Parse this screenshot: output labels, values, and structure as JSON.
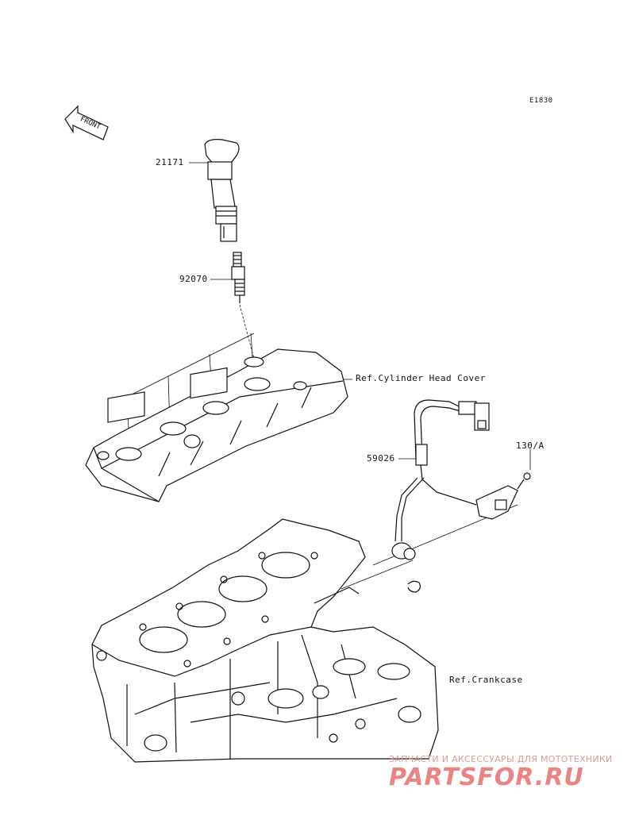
{
  "diagram_code": "E1830",
  "front_label": "FRONT",
  "parts": {
    "ignition_coil": "21171",
    "spark_plug": "92070",
    "crank_sensor": "59026",
    "bolt": "130/A"
  },
  "references": {
    "head_cover": "Ref.Cylinder Head Cover",
    "crankcase": "Ref.Crankcase"
  },
  "watermark": {
    "tagline": "ЗАПЧАСТИ И АКСЕССУАРЫ ДЛЯ МОТОТЕХНИКИ",
    "brand": "PARTSFOR.RU",
    "color": "#e86e6e"
  }
}
